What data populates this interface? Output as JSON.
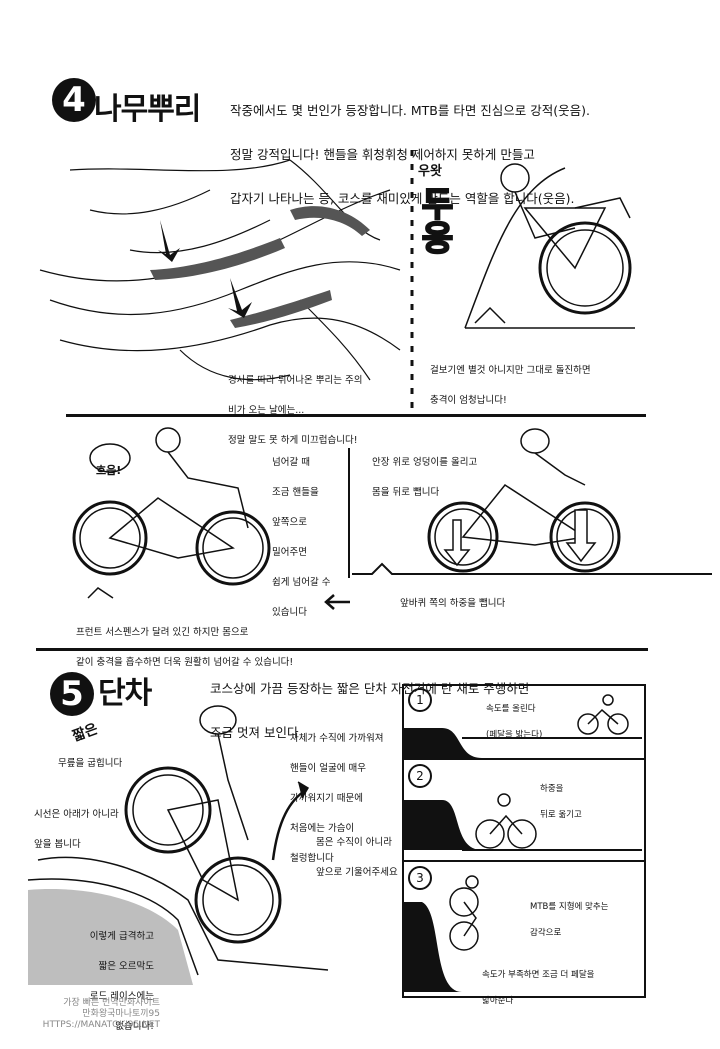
{
  "section4": {
    "number": "4",
    "title": "나무뿌리",
    "intro_lines": [
      "작중에서도 몇 번인가 등장합니다. MTB를 타면 진심으로 강적(웃음).",
      "정말 강적입니다! 핸들을 휘청휘청 제어하지 못하게 만들고",
      "갑자기 나타나는 등, 코스를 재미있게 만드는 역할을 합니다(웃음)."
    ],
    "root_caption_lines": [
      "경사를 따라 튀어나온 뿌리는 주의",
      "비가 오는 날에는...",
      "정말 말도 못 하게 미끄럽습니다!"
    ],
    "sfx_small": "우왓",
    "sfx_big": "두웅",
    "bump_caption_lines": [
      "걸보기엔 별것 아니지만 그대로 돌진하면",
      "충격이 엄청납니다!"
    ],
    "shout": "흐읍!",
    "lift_caption_lines": [
      "넘어갈 때",
      "조금 핸들을",
      "앞쪽으로",
      "밀어주면",
      "쉽게 넘어갈 수",
      "있습니다"
    ],
    "rear_caption_top_lines": [
      "안장 위로 엉덩이를 올리고",
      "몸을 뒤로 뺍니다"
    ],
    "rear_caption_bottom": "앞바퀴 쪽의 하중을 뺍니다",
    "front_caption_lines": [
      "프런트 서스펜스가 달려 있긴 하지만 몸으로",
      "같이 충격을 흡수하면 더욱 원활히 넘어갈 수 있습니다!"
    ]
  },
  "section5": {
    "number": "5",
    "title": "단차",
    "small_label": "짧은",
    "intro_lines": [
      "코스상에 가끔 등장하는 짧은 단차 자전거에 탄 채로 주행하면",
      "조금 멋져 보인다"
    ],
    "left_captions": {
      "knee": "무릎을 굽힙니다",
      "sight_lines": [
        "시선은 아래가 아니라",
        "앞을 봅니다"
      ],
      "body_lines": [
        "차체가 수직에 가까워져",
        "핸들이 얼굴에 매우",
        "가까워지기 때문에",
        "처음에는 가슴이",
        "철렁합니다"
      ],
      "vertical_lines": [
        "몸은 수직이 아니라",
        "앞으로 기울어주세요"
      ],
      "bottom_lines": [
        "이렇게 급격하고",
        "짧은 오르막도",
        "로드 레이스에는",
        "없습니다!"
      ]
    },
    "steps": [
      {
        "num": "1",
        "caption_lines": [
          "속도를 올린다",
          "(페달을 밟는다)"
        ]
      },
      {
        "num": "2",
        "caption_lines": [
          "하중을",
          "뒤로 옮기고"
        ]
      },
      {
        "num": "3",
        "caption_lines": [
          "MTB를 지형에 맞추는",
          "감각으로"
        ],
        "note_lines": [
          "속도가 부족하면 조금 더 페달을",
          "밟아준다"
        ]
      }
    ]
  },
  "watermark_lines": [
    "가장 빠른 번역만화사이트",
    "만화왕국마나토끼95",
    "HTTPS://MANATOKI95.NET"
  ]
}
